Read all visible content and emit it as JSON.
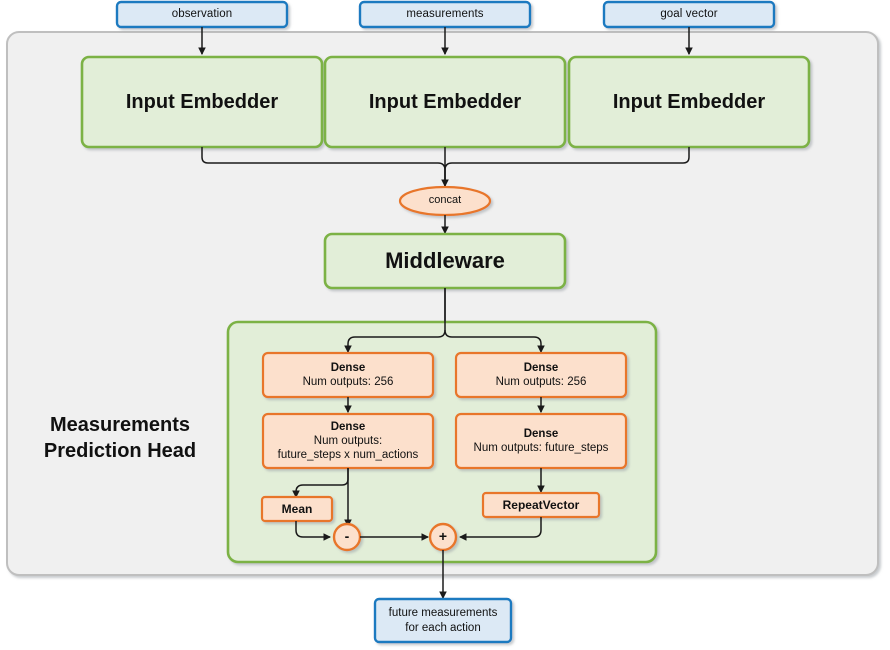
{
  "diagram": {
    "title": "Measurements Prediction Head",
    "inputs": [
      {
        "name": "observation",
        "label": "observation"
      },
      {
        "name": "measurements",
        "label": "measurements"
      },
      {
        "name": "goal-vector",
        "label": "goal vector"
      }
    ],
    "embedders": [
      {
        "label": "Input Embedder"
      },
      {
        "label": "Input Embedder"
      },
      {
        "label": "Input Embedder"
      }
    ],
    "concat": {
      "label": "concat"
    },
    "middleware": {
      "label": "Middleware"
    },
    "head": {
      "label_line1": "Measurements",
      "label_line2": "Prediction Head",
      "left_branch": {
        "dense_1": {
          "title": "Dense",
          "sub": "Num outputs: 256"
        },
        "dense_2": {
          "title": "Dense",
          "sub_line1": "Num outputs:",
          "sub_line2": "future_steps x num_actions"
        },
        "mean": {
          "label": "Mean"
        },
        "op": {
          "label": "-"
        }
      },
      "right_branch": {
        "dense_1": {
          "title": "Dense",
          "sub": "Num outputs: 256"
        },
        "dense_2": {
          "title": "Dense",
          "sub": "Num outputs: future_steps"
        },
        "repeat_vector": {
          "label": "RepeatVector"
        }
      },
      "op_add": {
        "label": "+"
      }
    },
    "output": {
      "line1": "future measurements",
      "line2": "for each action"
    },
    "colors": {
      "input_box_fill": "#dce9f5",
      "input_box_border": "#1f7ac0",
      "green_fill": "#e2eed8",
      "green_border": "#7cb244",
      "orange_fill": "#fce0cc",
      "orange_border": "#e8762c",
      "container_fill": "#f0f0f0",
      "container_border": "#bfbfbf",
      "edge": "#1a1a1a",
      "text": "#111111"
    }
  }
}
